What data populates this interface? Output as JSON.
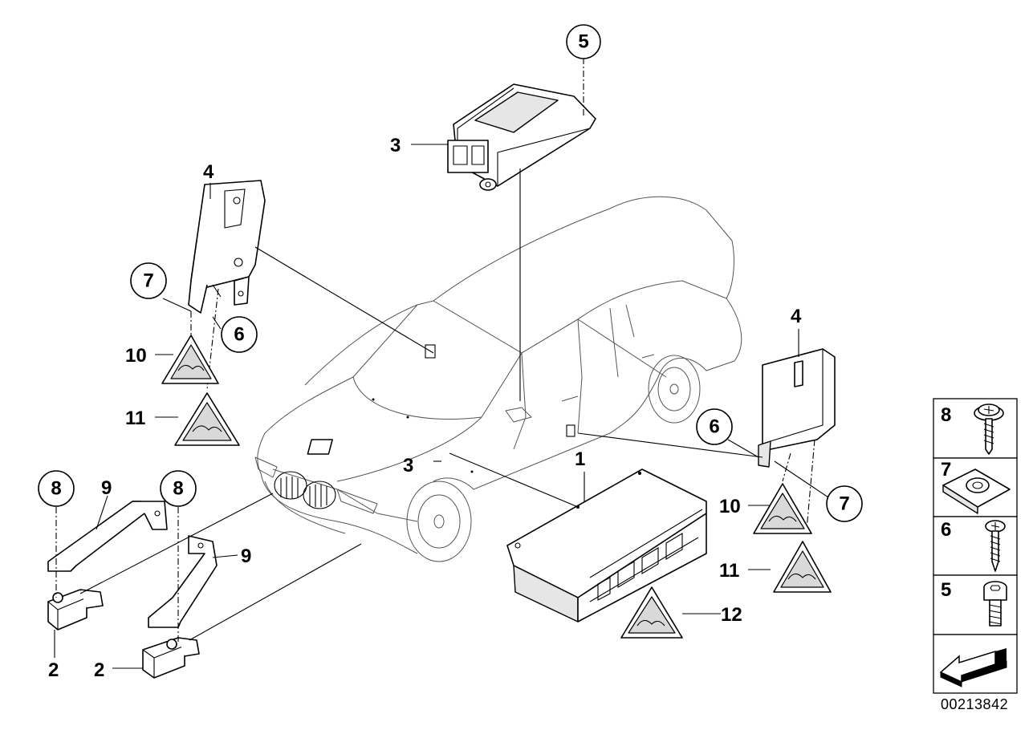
{
  "callouts": {
    "c1": "1",
    "c2a": "2",
    "c2b": "2",
    "c3a": "3",
    "c3b": "3",
    "c4a": "4",
    "c4b": "4",
    "c5": "5",
    "c6a": "6",
    "c6b": "6",
    "c7a": "7",
    "c7b": "7",
    "c8a": "8",
    "c8b": "8",
    "c9a": "9",
    "c9b": "9",
    "c10a": "10",
    "c10b": "10",
    "c11a": "11",
    "c11b": "11",
    "c12": "12"
  },
  "legend": {
    "items": [
      {
        "number": "8",
        "icon": "screw-with-washer-icon"
      },
      {
        "number": "7",
        "icon": "clip-nut-icon"
      },
      {
        "number": "6",
        "icon": "self-tapping-screw-icon"
      },
      {
        "number": "5",
        "icon": "hex-socket-bolt-icon"
      }
    ],
    "footer_icon": "direction-arrow-icon"
  },
  "diagram_id": "00213842"
}
